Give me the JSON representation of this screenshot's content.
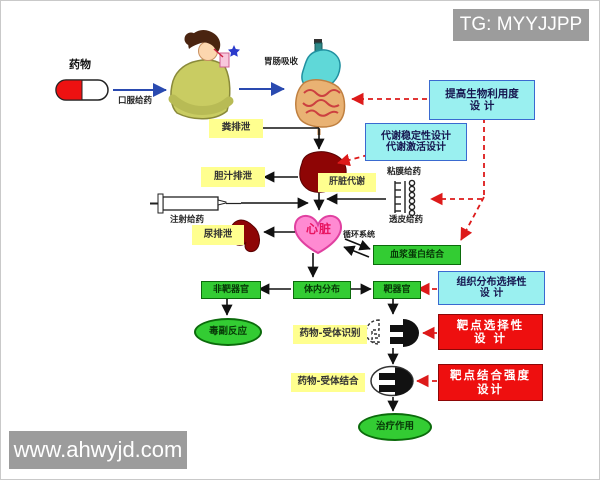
{
  "colors": {
    "yellow": "#ffff8f",
    "green": "#33cc33",
    "green-dark": "#0b6b0b",
    "cyan": "#9af0f0",
    "cyan-border": "#3a6ad0",
    "red": "#ee0f0f",
    "gray": "#9c9c9c",
    "arrow-blue": "#2a4ab0",
    "arrow-red": "#dd1a1a",
    "heart-pink": "#ff8ad2",
    "organ-red": "#8e0505"
  },
  "header": {
    "tg_tag": "TG: MYYJJPP"
  },
  "footer": {
    "watermark": "www.ahwyjd.com"
  },
  "nodes": {
    "drug": "药物",
    "oral_route": "口服给药",
    "gi_absorption": "胃肠吸收",
    "fecal_excretion": "粪排泄",
    "bile_excretion": "胆汁排泄",
    "injection_route": "注射给药",
    "urine_excretion": "尿排泄",
    "liver_metabolism": "肝脏代谢",
    "heart": "心脏",
    "circulation": "循环系统",
    "mucosal_route": "粘膜给药",
    "transdermal_route": "透皮给药",
    "plasma_protein_binding": "血浆蛋白结合",
    "body_distribution": "体内分布",
    "non_target_organ": "非靶器官",
    "target_organ": "靶器官",
    "toxic_side_effect": "毒副反应",
    "drug_receptor_recognition": "药物-受体识别",
    "drug_receptor_binding": "药物-受体结合",
    "therapeutic_effect": "治疗作用"
  },
  "design_boxes": {
    "bioavailability": {
      "line1": "提高生物利用度",
      "line2": "设 计"
    },
    "metabolism": {
      "line1": "代谢稳定性设计",
      "line2": "代谢激活设计"
    },
    "tissue_selectivity": {
      "line1": "组织分布选择性",
      "line2": "设 计"
    },
    "target_selectivity": {
      "line1": "靶点选择性",
      "line2": "设 计"
    },
    "binding_strength": {
      "line1": "靶点结合强度",
      "line2": "设计"
    }
  }
}
